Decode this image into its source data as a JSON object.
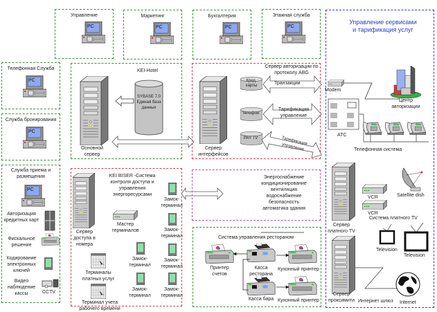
{
  "departments": [
    {
      "label": "Управление",
      "device": "PC"
    },
    {
      "label": "Маркетинг",
      "device": "PC"
    },
    {
      "label": "Бухгалтерия",
      "device": "PC"
    },
    {
      "label": "Этажная служба",
      "device": "PC"
    }
  ],
  "left_services": [
    {
      "label": "Телефонная Служба",
      "device": "PC"
    },
    {
      "label": "Служба бронирования",
      "device": "PC"
    }
  ],
  "reception": {
    "title": "Служба приема и размещения",
    "device": "PC",
    "items": [
      {
        "label": "Авторизация кредитных карт"
      },
      {
        "label": "Фискальное решение"
      },
      {
        "label": "Кодирование электронных ключей"
      },
      {
        "label": "Видео наблюдение кассы",
        "device_label": "CCTV"
      }
    ]
  },
  "kei_hotel": {
    "title": "KEI-Hotel",
    "server_label": "Основной сервер",
    "db_label": "SYBASE 7.0 Единая база данных"
  },
  "interface_server": {
    "server_label": "Сервер интерфейсов",
    "auth_label": "Сервер авторизации по протоколу ABG",
    "channels": [
      {
        "db": "Кред. карты",
        "arrow_label": "Транзакции"
      },
      {
        "db": "телефон",
        "arrow_label": "Тарификация управление"
      },
      {
        "db": "PAY TV",
        "arrow_label": "Тарификация управление"
      }
    ]
  },
  "services": {
    "title": "Управление сервисами и тарификация услуг",
    "modem": "Modem",
    "auth_center": "Центр авторизации",
    "pbx": "АТС",
    "phone_system": "Телефонная система",
    "paytv_server": "Сервер платного TV",
    "vcr1": "VCR",
    "vcr2": "VCR",
    "satellite": "Satellite dish",
    "paytv_system": "Система платного TV",
    "tv1": "Television",
    "tv2": "Television",
    "proxy_server": "Сервер проксимити",
    "gateway": "Интернет шлюз",
    "internet": "Internet"
  },
  "biser": {
    "title": "KEI BISER -Система контроля доступа и управления энергоресурсами",
    "server_label": "Сервер доступа в номера",
    "master": "Мастер терминалов",
    "paid_terminals": "Терминалы платных услуг",
    "time_terminal": "Терминал учета рабочего времени",
    "lock_terminal": "Замок-терминал"
  },
  "building": {
    "text": "Энергоснабжение кондиционирование вентиляция водоснабжение безопасность автоматика здания"
  },
  "restaurant": {
    "title": "Система управления рестораном",
    "bill_printer": "Принтер счетов",
    "rest_cash": "Касса ресторана",
    "bar_cash": "Касса бара",
    "kitchen1": "Кухонный принтер",
    "kitchen2": "Кухонный принтер"
  },
  "colors": {
    "green_border": "#3f8f3f",
    "red_border": "#d2404e",
    "blue_border": "#3a3ad0",
    "title_blue": "#2b3fc9"
  }
}
